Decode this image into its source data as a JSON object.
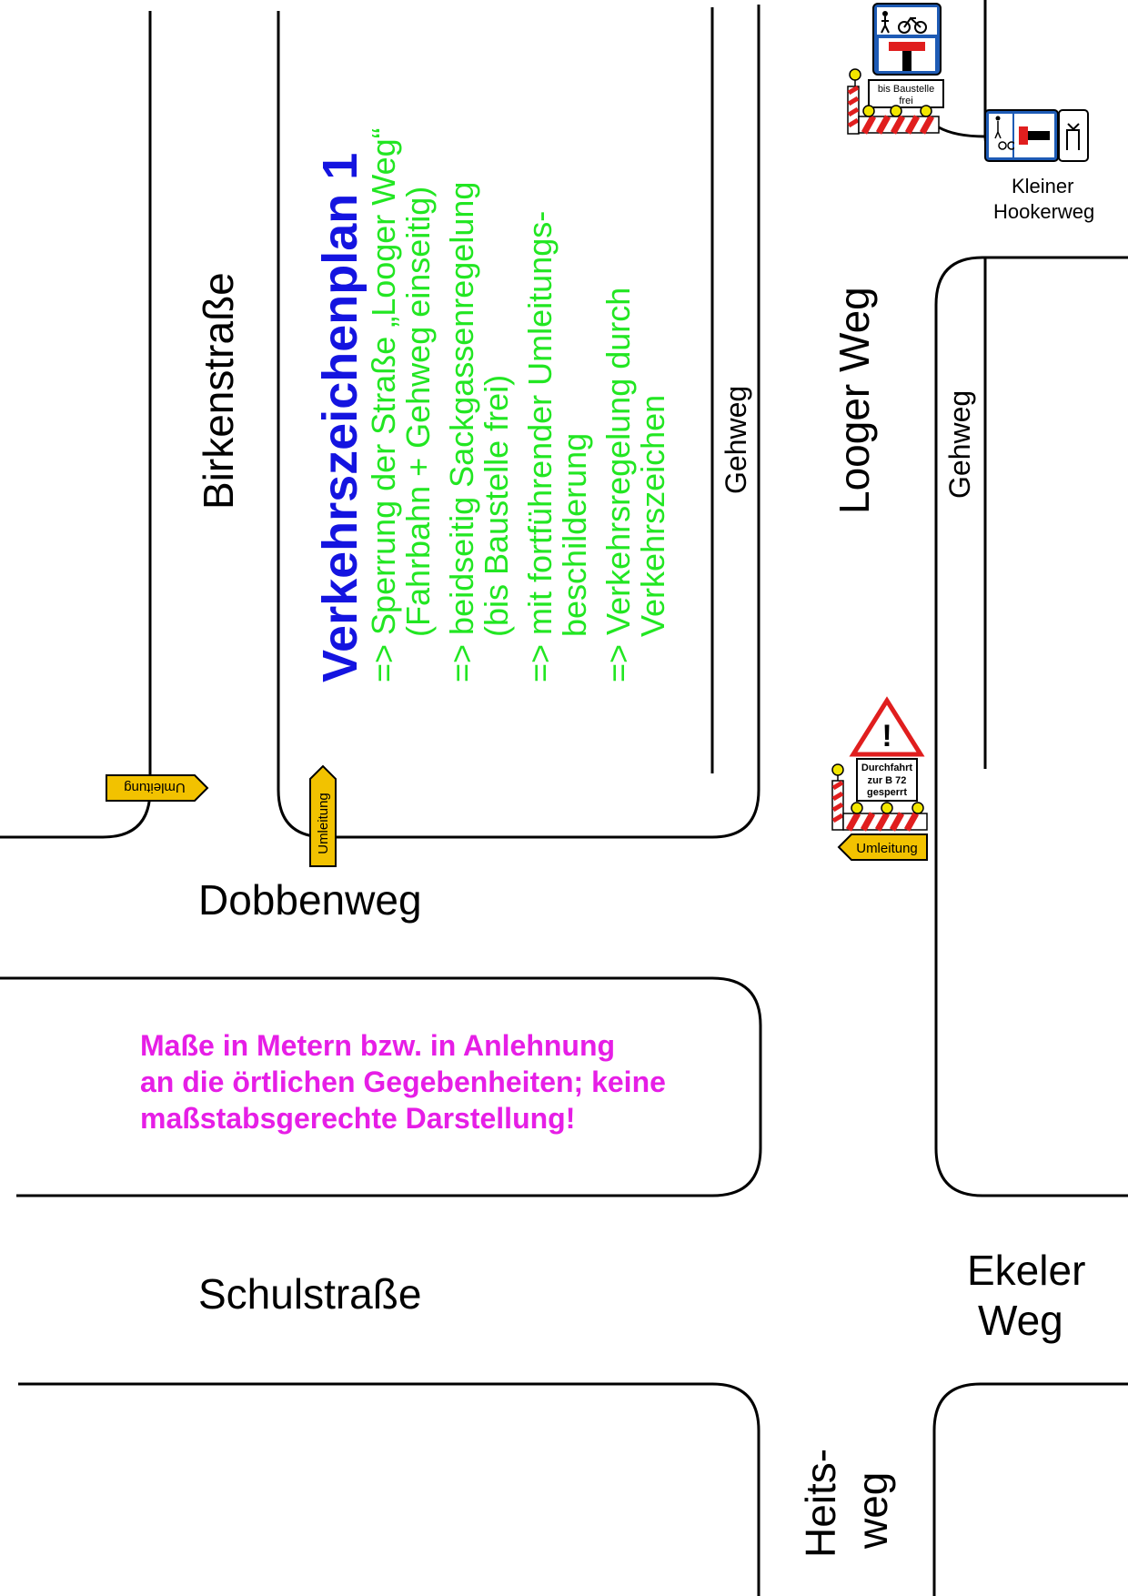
{
  "streets": {
    "birkenstrasse": "Birkenstraße",
    "looger_weg": "Looger Weg",
    "dobbenweg": "Dobbenweg",
    "schulstrasse": "Schulstraße",
    "ekeler_weg_1": "Ekeler",
    "ekeler_weg_2": "Weg",
    "heitsweg_1": "Heits-",
    "heitsweg_2": "weg",
    "kleiner_hookerweg_1": "Kleiner",
    "kleiner_hookerweg_2": "Hookerweg"
  },
  "sidewalk_label": "Gehweg",
  "plan": {
    "title": "Verkehrszeichenplan 1",
    "lines": [
      "=> Sperrung der Straße „Looger Weg“",
      "     (Fahrbahn + Gehweg einseitig)",
      "=> beidseitig Sackgassenregelung",
      "     (bis Baustelle frei)",
      "=> mit fortführender Umleitungs-",
      "     beschilderung",
      "=> Verkehrsregelung durch",
      "     Verkehrszeichen"
    ]
  },
  "note": [
    "Maße in Metern bzw. in Anlehnung",
    "an die örtlichen Gegebenheiten; keine",
    "maßstabsgerechte Darstellung!"
  ],
  "signs": {
    "umleitung": "Umleitung",
    "zusatz_1": "bis Baustelle",
    "zusatz_2": "frei",
    "durchfahrt_1": "Durchfahrt",
    "durchfahrt_2": "zur B 72",
    "durchfahrt_3": "gesperrt",
    "warning": "!"
  },
  "colors": {
    "title": "#1414e0",
    "bullets": "#22e622",
    "note": "#e61ee6",
    "sign_yellow": "#f2c200",
    "sign_blue": "#1e5bb5",
    "barrier_red": "#e01e1e"
  }
}
